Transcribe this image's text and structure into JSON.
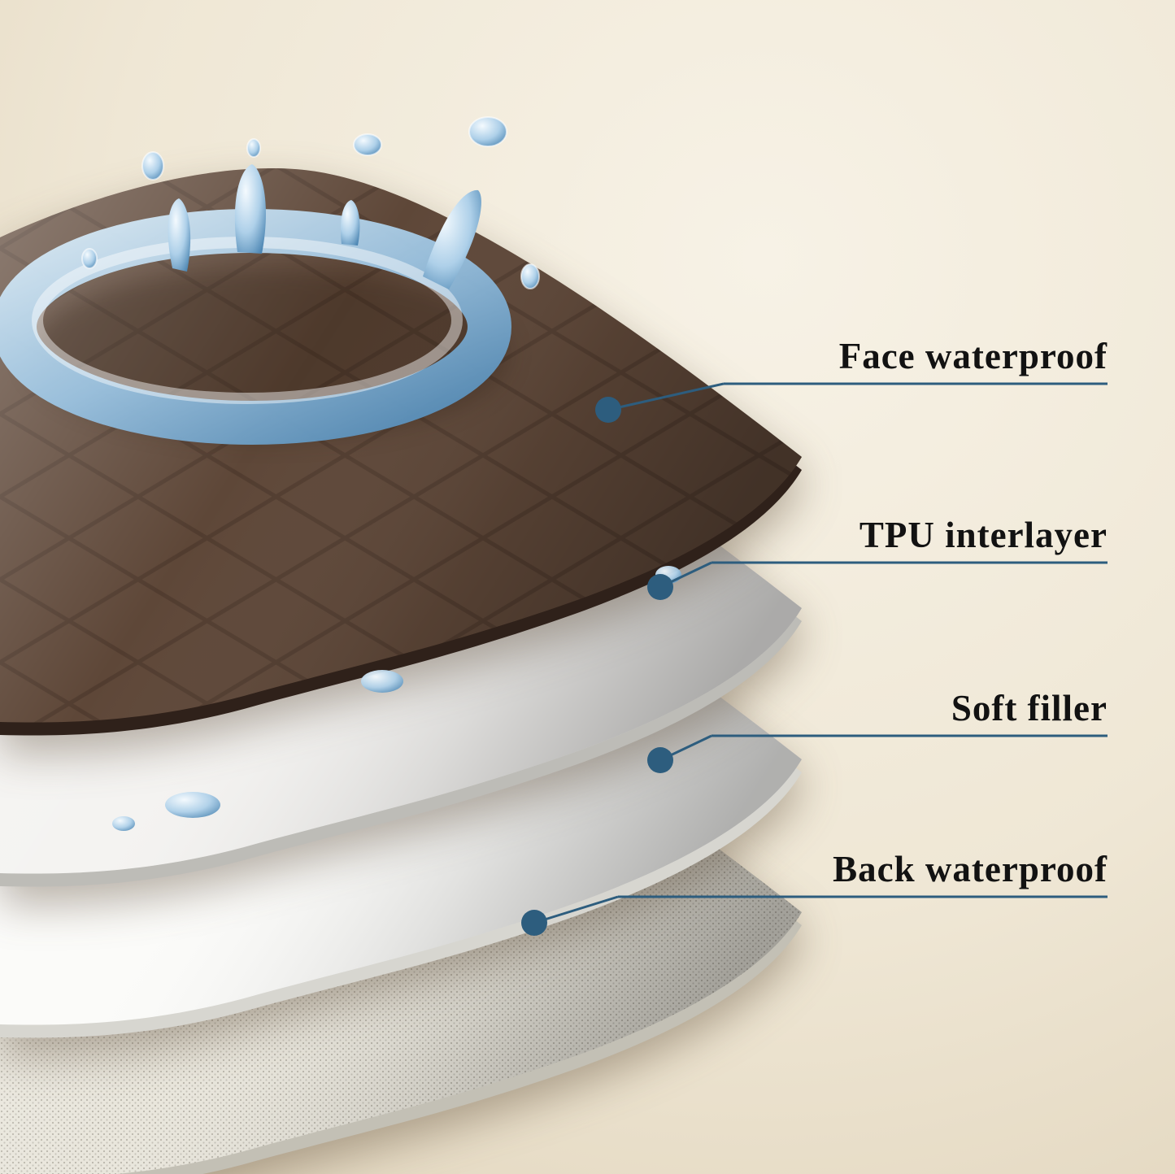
{
  "colors": {
    "accent": "#2d5d7e",
    "text": "#121212",
    "background_inner": "#f7f2e6",
    "background_outer": "#e0d3ba",
    "water": "#4b85b2"
  },
  "layers": [
    {
      "label": "Face waterproof",
      "surface": "#5e4738",
      "edge": "#2f211a"
    },
    {
      "label": "TPU interlayer",
      "surface": "#f0efec",
      "edge": "#bdbcb7"
    },
    {
      "label": "Soft filler",
      "surface": "#fbfbf9",
      "edge": "#d7d6d0"
    },
    {
      "label": "Back waterproof",
      "surface": "#e9e6dc",
      "edge": "#c3c0b5"
    }
  ]
}
